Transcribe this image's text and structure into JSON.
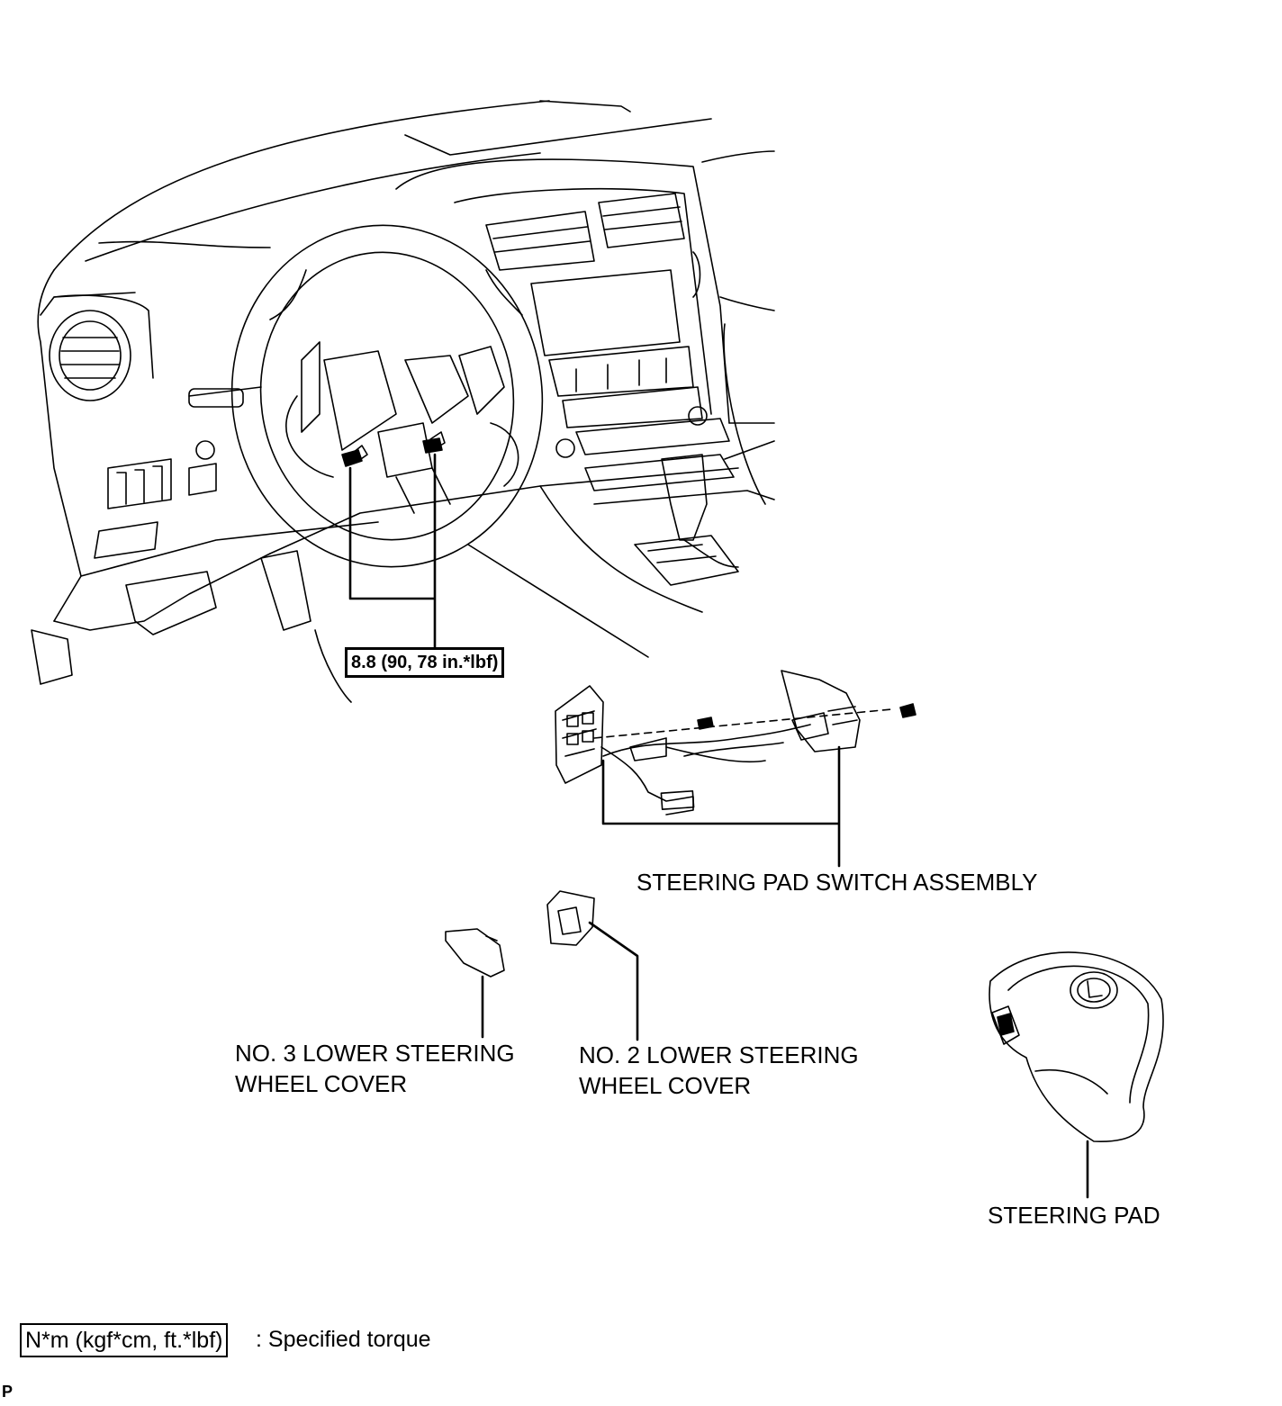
{
  "torque_callout": "8.8 (90, 78 in.*lbf)",
  "labels": {
    "steering_pad_switch_assembly": "STEERING PAD SWITCH ASSEMBLY",
    "no3_cover_line1": "NO. 3 LOWER STEERING",
    "no3_cover_line2": "WHEEL COVER",
    "no2_cover_line1": "NO. 2 LOWER STEERING",
    "no2_cover_line2": "WHEEL COVER",
    "steering_pad": "STEERING PAD"
  },
  "legend": {
    "unit_box": "N*m (kgf*cm, ft.*lbf)",
    "description": ": Specified torque"
  },
  "corner_mark": "P"
}
